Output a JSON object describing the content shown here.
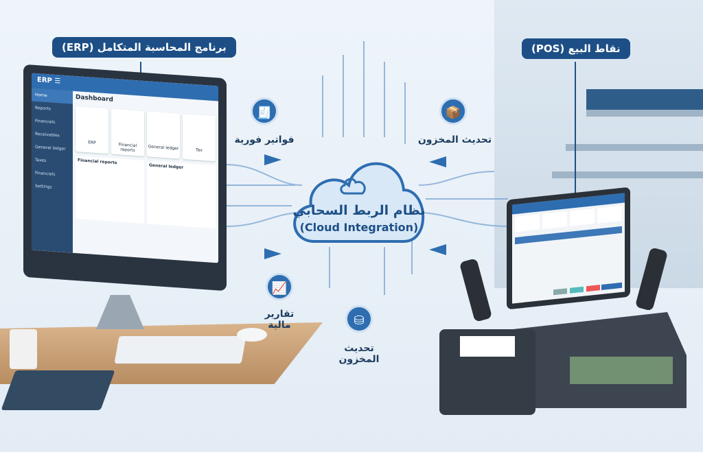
{
  "titles": {
    "erp": "برنامج المحاسبة المتكامل (ERP)",
    "pos": "نقاط البيع (POS)"
  },
  "cloud": {
    "arabic": "نظام الربط السحابي",
    "english": "(Cloud Integration)"
  },
  "flows": {
    "instant_invoices": "فواتير فورية",
    "inventory_update_top": "تحديث المخزون",
    "financial_reports_line1": "تقارير",
    "financial_reports_line2": "مالية",
    "inventory_update_bottom_line1": "تحديث",
    "inventory_update_bottom_line2": "المخزون"
  },
  "erp_screen": {
    "logo": "ERP",
    "title": "Dashboard",
    "sidebar": [
      "Home",
      "Reports",
      "Financials",
      "Receivables",
      "General ledger",
      "Taxes",
      "Financials",
      "Settings"
    ],
    "cards": [
      "ERP",
      "Financial reports",
      "General ledger",
      "Tax"
    ],
    "panels": [
      "Financial reports",
      "General ledger"
    ]
  },
  "colors": {
    "accent": "#2e6db0",
    "pill": "#1d4f86"
  }
}
